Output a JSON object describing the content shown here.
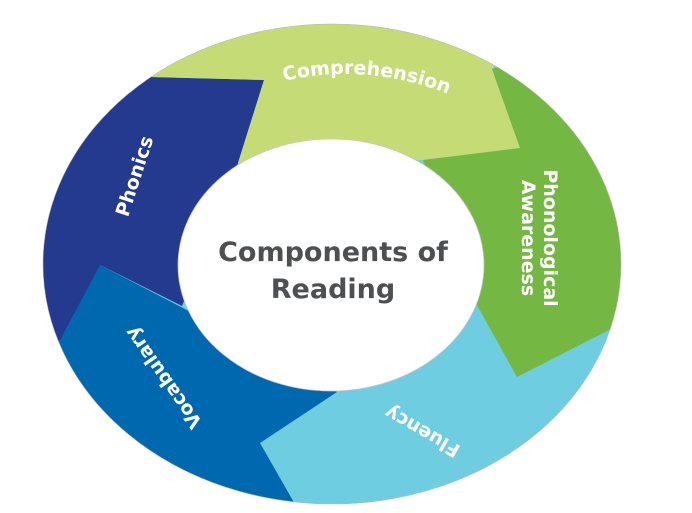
{
  "diagram": {
    "title_line1": "Components of",
    "title_line2": "Reading",
    "segments": [
      {
        "label": "Comprehension",
        "color": "#c5dc76"
      },
      {
        "label_line1": "Phonological",
        "label_line2": "Awareness",
        "color": "#74b743"
      },
      {
        "label": "Fluency",
        "color": "#6ecde0"
      },
      {
        "label": "Vocabulary",
        "color": "#0068ae"
      },
      {
        "label": "Phonics",
        "color": "#233a8f"
      }
    ],
    "colors": {
      "center_fill": "#ffffff",
      "title_text": "#4d4f51",
      "label_text": "#ffffff"
    }
  }
}
